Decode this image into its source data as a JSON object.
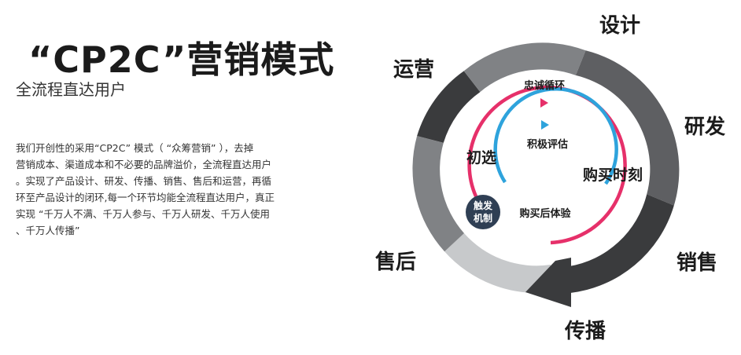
{
  "header": {
    "title": "“CP2C”营销模式",
    "subtitle": "全流程直达用户"
  },
  "description": {
    "lines": [
      "我们开创性的采用“CP2C” 模式（ “众筹营销” ），去掉",
      "营销成本、渠道成本和不必要的品牌溢价，全流程直达用户",
      "。实现了产品设计、研发、传播、销售、售后和运营，再循",
      "环至产品设计的闭环,每一个环节均能全流程直达用户，真正",
      "实现 “千万人不满、千万人参与、千万人研发、千万人使用",
      "、千万人传播”"
    ]
  },
  "diagram": {
    "stages": {
      "design": "设计",
      "rnd": "研发",
      "sales": "销售",
      "spread": "传播",
      "aftersales": "售后",
      "operation": "运营"
    },
    "inner": {
      "loyalty": "忠诚循环",
      "evaluate": "积极评估",
      "initial": "初选",
      "purchase": "购买时刻",
      "after_experience": "购买后体验",
      "trigger_line1": "触发",
      "trigger_line2": "机制"
    },
    "colors": {
      "ring_dark": "#3a3b3d",
      "ring_mid": "#5e5f62",
      "ring_gray": "#808285",
      "ring_light": "#c7c9cb",
      "pink": "#e6306a",
      "blue": "#2ea3dc",
      "node": "#2f3f54"
    }
  }
}
